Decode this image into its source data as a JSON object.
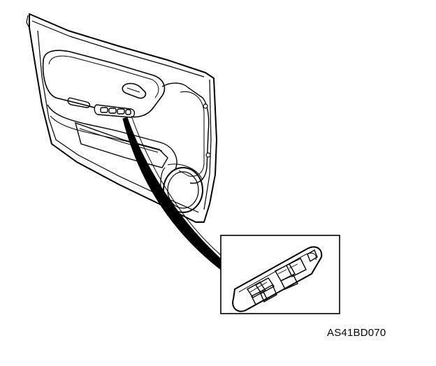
{
  "diagram": {
    "figure_code": "AS41BD070",
    "ink_color": "#000000",
    "paper_color": "#ffffff",
    "parts": [
      {
        "name": "door-trim-panel"
      },
      {
        "name": "inner-door-handle"
      },
      {
        "name": "power-window-switch"
      },
      {
        "name": "door-pocket"
      },
      {
        "name": "door-speaker"
      },
      {
        "name": "trim-screw"
      }
    ],
    "detail_view": {
      "name": "power-window-switch-enlarged"
    }
  }
}
